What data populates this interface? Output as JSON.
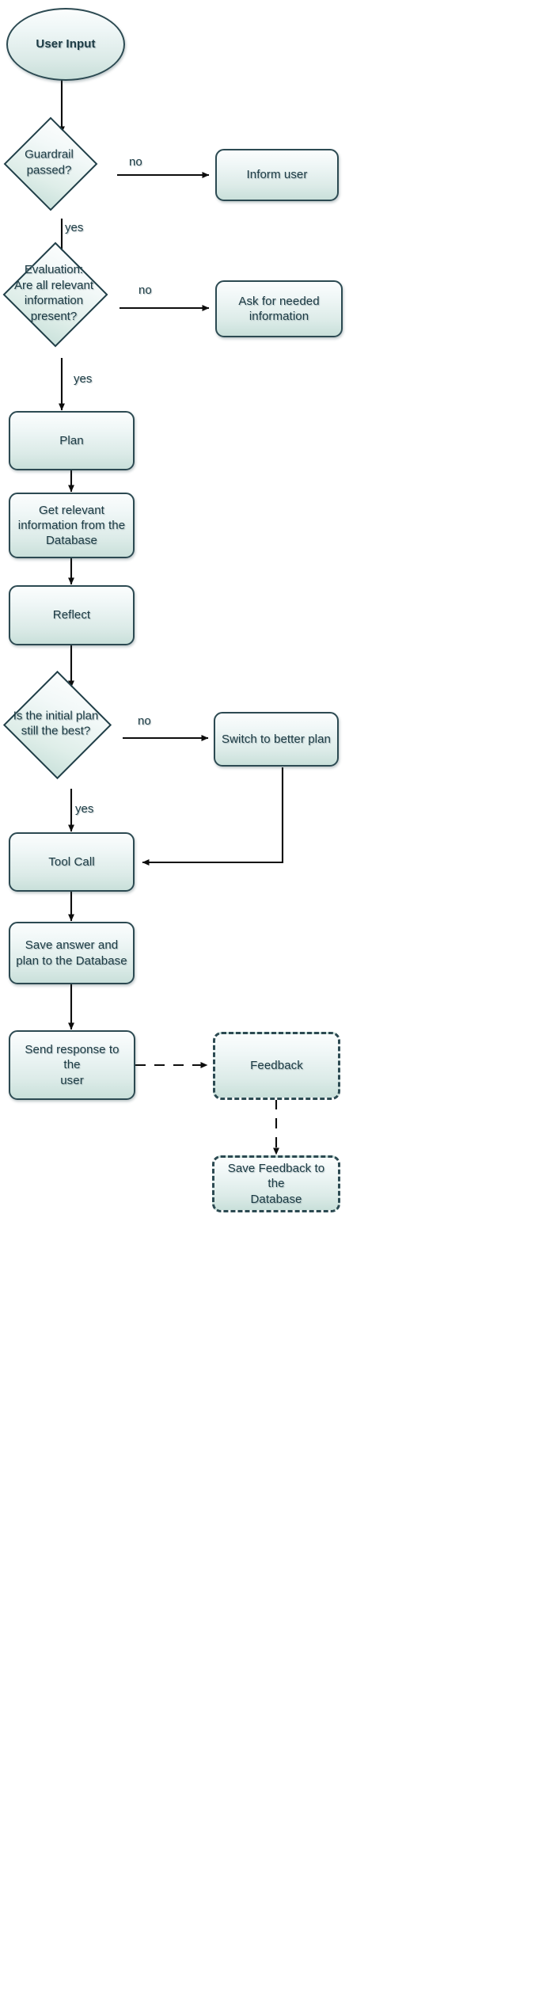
{
  "diagram": {
    "title": "Agent workflow flowchart",
    "colors": {
      "node_border": "#2c4a52",
      "node_fill_top": "#fbfdfd",
      "node_fill_bottom": "#c9e0da",
      "text": "#1c3b44",
      "edge": "#111111",
      "background": "#ffffff"
    }
  },
  "nodes": {
    "user_input": {
      "label": "User Input",
      "shape": "ellipse"
    },
    "guardrail": {
      "label": "Guardrail\npassed?",
      "line1": "Guardrail",
      "line2": "passed?",
      "shape": "diamond"
    },
    "inform_user": {
      "label": "Inform user",
      "shape": "process"
    },
    "evaluation": {
      "label": "Evaluation:\nAre all relevant\ninformation\npresent?",
      "line1": "Evaluation:",
      "line2": "Are all relevant",
      "line3": "information",
      "line4": "present?",
      "shape": "diamond"
    },
    "ask_info": {
      "label": "Ask for needed\ninformation",
      "line1": "Ask for needed",
      "line2": "information",
      "shape": "process"
    },
    "plan": {
      "label": "Plan",
      "shape": "process"
    },
    "get_info": {
      "label": "Get relevant\ninformation from the\nDatabase",
      "line1": "Get relevant",
      "line2": "information from the",
      "line3": "Database",
      "shape": "process"
    },
    "reflect": {
      "label": "Reflect",
      "shape": "process"
    },
    "still_best": {
      "label": "Is the initial plan\nstill the best?",
      "line1": "Is the initial plan",
      "line2": "still the best?",
      "shape": "diamond"
    },
    "switch_plan": {
      "label": "Switch to better plan",
      "shape": "process"
    },
    "tool_call": {
      "label": "Tool Call",
      "shape": "process"
    },
    "save_answer": {
      "label": "Save answer and\nplan to the Database",
      "line1": "Save answer and",
      "line2": "plan to the Database",
      "shape": "process"
    },
    "send_response": {
      "label": "Send response to the\nuser",
      "line1": "Send response to the",
      "line2": "user",
      "shape": "process"
    },
    "feedback": {
      "label": "Feedback",
      "shape": "process-dashed"
    },
    "save_feedback": {
      "label": "Save Feedback to the\nDatabase",
      "line1": "Save Feedback to the",
      "line2": "Database",
      "shape": "process-dashed"
    }
  },
  "edge_labels": {
    "guardrail_no": "no",
    "guardrail_yes": "yes",
    "evaluation_no": "no",
    "evaluation_yes": "yes",
    "still_best_no": "no",
    "still_best_yes": "yes"
  },
  "edges": [
    {
      "from": "user_input",
      "to": "guardrail",
      "label": "",
      "style": "solid"
    },
    {
      "from": "guardrail",
      "to": "inform_user",
      "label": "no",
      "style": "solid"
    },
    {
      "from": "guardrail",
      "to": "evaluation",
      "label": "yes",
      "style": "solid"
    },
    {
      "from": "evaluation",
      "to": "ask_info",
      "label": "no",
      "style": "solid"
    },
    {
      "from": "evaluation",
      "to": "plan",
      "label": "yes",
      "style": "solid"
    },
    {
      "from": "plan",
      "to": "get_info",
      "label": "",
      "style": "solid"
    },
    {
      "from": "get_info",
      "to": "reflect",
      "label": "",
      "style": "solid"
    },
    {
      "from": "reflect",
      "to": "still_best",
      "label": "",
      "style": "solid"
    },
    {
      "from": "still_best",
      "to": "switch_plan",
      "label": "no",
      "style": "solid"
    },
    {
      "from": "still_best",
      "to": "tool_call",
      "label": "yes",
      "style": "solid"
    },
    {
      "from": "switch_plan",
      "to": "tool_call",
      "label": "",
      "style": "solid"
    },
    {
      "from": "tool_call",
      "to": "save_answer",
      "label": "",
      "style": "solid"
    },
    {
      "from": "save_answer",
      "to": "send_response",
      "label": "",
      "style": "solid"
    },
    {
      "from": "send_response",
      "to": "feedback",
      "label": "",
      "style": "dashed"
    },
    {
      "from": "feedback",
      "to": "save_feedback",
      "label": "",
      "style": "dashed"
    }
  ]
}
